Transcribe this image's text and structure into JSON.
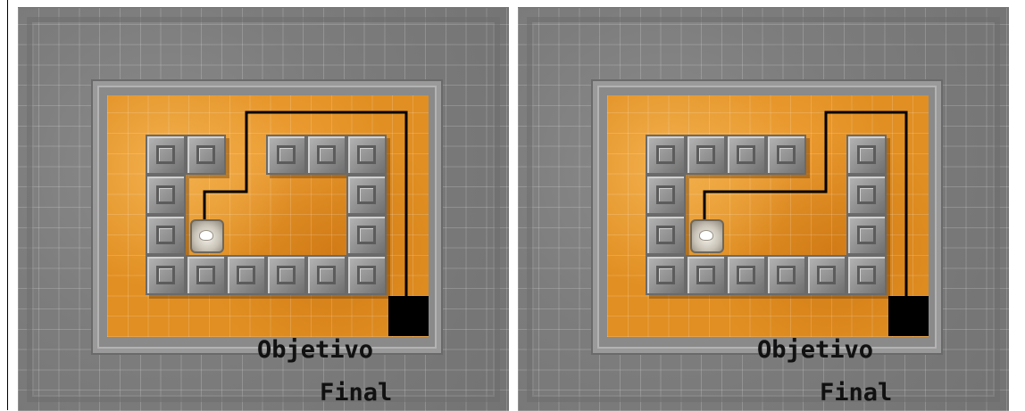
{
  "goal_label": {
    "line1": "Objetivo",
    "line2": "Final"
  },
  "colors": {
    "floor": "#e18f22",
    "stone": "#7d7d7d",
    "goal": "#000000",
    "path_line": "#000000"
  },
  "icons": {
    "robot": "robot-icon",
    "goal": "goal-square"
  }
}
